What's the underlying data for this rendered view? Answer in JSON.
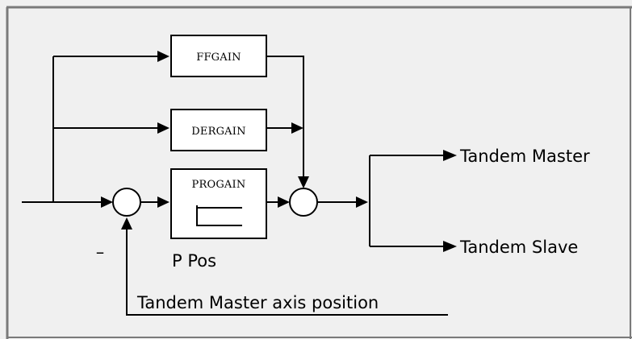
{
  "diagram": {
    "blocks": {
      "ffgain": "FFGAIN",
      "dergain": "DERGAIN",
      "progain": "PROGAIN"
    },
    "labels": {
      "output_master": "Tandem Master",
      "output_slave": "Tandem Slave",
      "minus_sign": "–",
      "p_pos": "P Pos",
      "feedback": "Tandem Master axis position"
    }
  }
}
